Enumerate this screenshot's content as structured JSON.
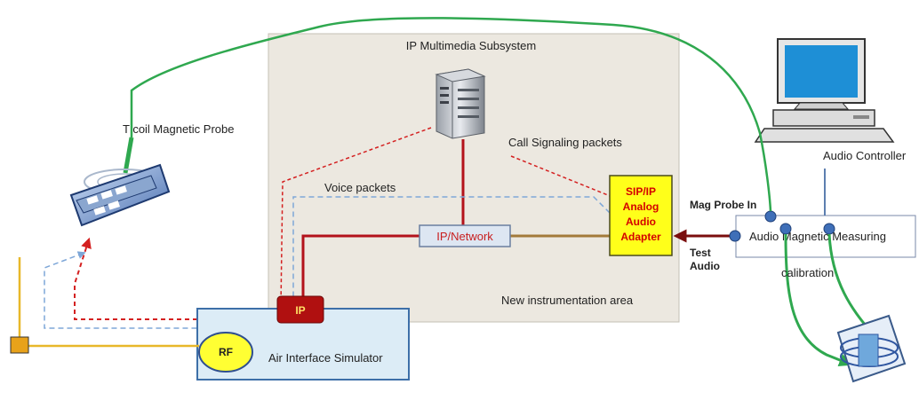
{
  "labels": {
    "ims_title": "IP Multimedia Subsystem",
    "tcoil_probe": "T coil Magnetic Probe",
    "call_signaling": "Call Signaling packets",
    "voice_packets": "Voice packets",
    "ip_network": "IP/Network",
    "adapter_line1": "SIP/IP",
    "adapter_line2": "Analog",
    "adapter_line3": "Audio",
    "adapter_line4": "Adapter",
    "mag_probe_in": "Mag Probe In",
    "test_audio_line1": "Test",
    "test_audio_line2": "Audio",
    "audio_controller": "Audio Controller",
    "audio_magnetic_measuring": "Audio Magnetic Measuring",
    "calibration": "calibration",
    "new_instrumentation_area": "New instrumentation area",
    "ip_block": "IP",
    "rf": "RF",
    "air_interface_simulator": "Air Interface Simulator"
  },
  "colors": {
    "ims_area_fill": "#ece8e0",
    "ims_area_border": "#c4c0b6",
    "red_line": "#b3121b",
    "green_cable": "#2fa84f",
    "yellow_line": "#e8b82a",
    "blue_dashed": "#7ea7d8",
    "red_dashed": "#d42020",
    "adapter_fill": "#ffff1a",
    "adapter_text": "#d40000",
    "ip_block_fill": "#b01010",
    "air_sim_fill": "#dcecf6",
    "air_sim_border": "#3d6fa8",
    "rf_fill": "#ffff33",
    "network_fill": "#dde6f2",
    "network_text": "#c81e1e",
    "measuring_border": "#7a8aa8",
    "port_fill": "#3f6fb8",
    "arrow_dark_red": "#7a0d0d"
  },
  "icons": [
    "server-icon",
    "computer-icon",
    "phone-icon",
    "calibration-coil-icon",
    "antenna-icon"
  ]
}
